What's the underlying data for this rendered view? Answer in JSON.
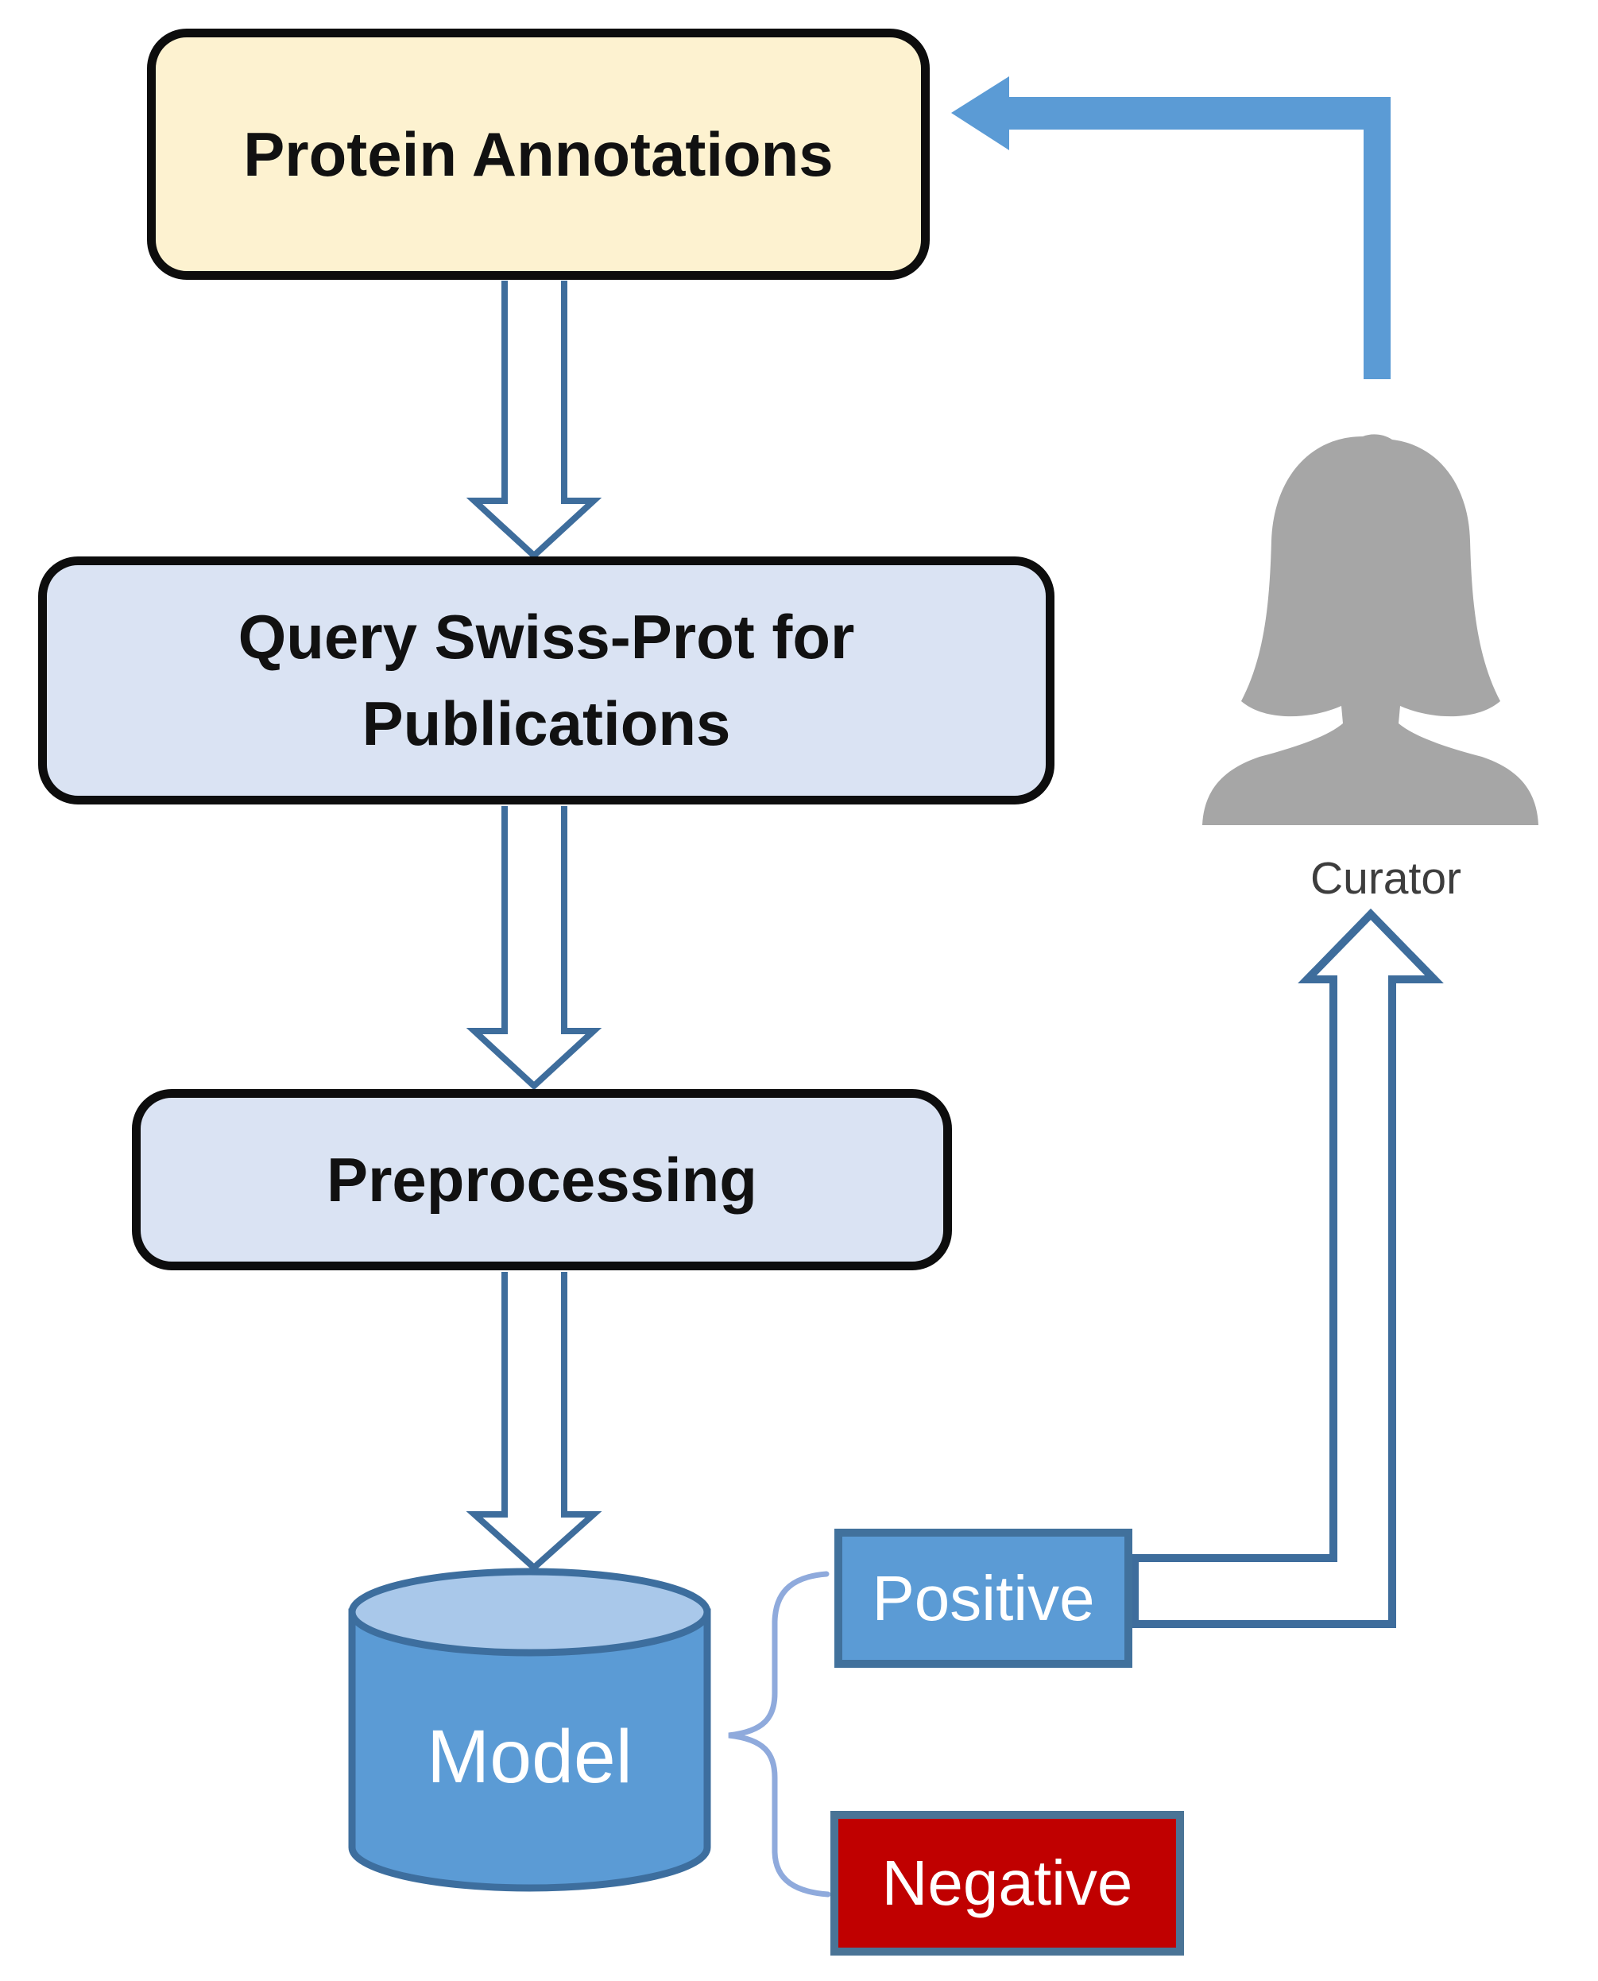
{
  "diagram": {
    "nodes": {
      "protein_annotations": {
        "label": "Protein Annotations"
      },
      "query_swiss_prot": {
        "lines": [
          "Query Swiss-Prot for",
          "Publications"
        ]
      },
      "preprocessing": {
        "label": "Preprocessing"
      },
      "model": {
        "label": "Model"
      },
      "positive": {
        "label": "Positive"
      },
      "negative": {
        "label": "Negative"
      },
      "curator": {
        "label": "Curator"
      }
    },
    "edges": [
      {
        "from": "protein_annotations",
        "to": "query_swiss_prot",
        "style": "outlined-down-arrow"
      },
      {
        "from": "query_swiss_prot",
        "to": "preprocessing",
        "style": "outlined-down-arrow"
      },
      {
        "from": "preprocessing",
        "to": "model",
        "style": "outlined-down-arrow"
      },
      {
        "from": "model",
        "to": "positive-and-negative",
        "style": "light-blue-left-brace"
      },
      {
        "from": "positive",
        "to": "curator",
        "style": "outlined-bent-up-arrow"
      },
      {
        "from": "curator",
        "to": "protein_annotations",
        "style": "thick-filled-elbow-arrow"
      }
    ],
    "icons": {
      "curator": "person-silhouette-icon"
    },
    "colors": {
      "annotations_fill": "#fdf2d0",
      "process_fill": "#dae3f3",
      "box_border": "#0d0d0d",
      "accent_blue": "#5b9bd5",
      "cylinder_top_fill": "#a9c8ea",
      "shape_border_blue": "#41719c",
      "arrow_outline_stroke": "#3e6d9c",
      "brace_blue": "#8faadc",
      "negative_red": "#c00000",
      "negative_border": "#4a7496",
      "silhouette_gray": "#a6a6a6",
      "label_on_color": "#ffffff",
      "curator_text": "#3d3d3d"
    }
  }
}
